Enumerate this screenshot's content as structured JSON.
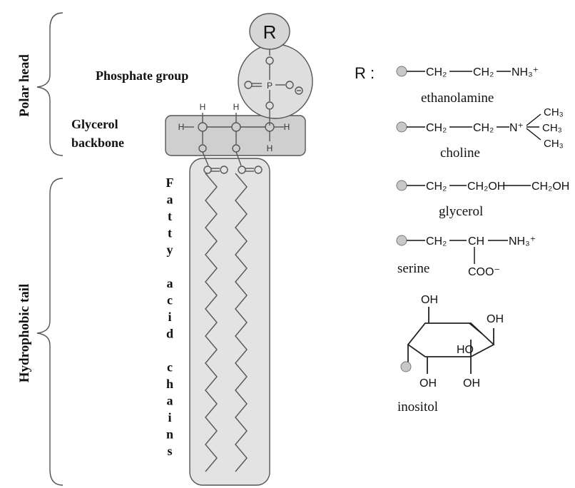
{
  "labels": {
    "polar_head": "Polar head",
    "hydrophobic_tail": "Hydrophobic tail",
    "phosphate_group": "Phosphate group",
    "glycerol_line1": "Glycerol",
    "glycerol_line2": "backbone",
    "fatty_acid_letters": [
      "F",
      "a",
      "t",
      "t",
      "y",
      "",
      "a",
      "c",
      "i",
      "d",
      "",
      "c",
      "h",
      "a",
      "i",
      "n",
      "s"
    ]
  },
  "molecule": {
    "r_symbol": "R",
    "oxygen": "O",
    "phosphorus": "P",
    "hydrogen": "H",
    "carbon": "C",
    "double_bond": "=",
    "minus_sign": "−"
  },
  "r_groups": {
    "heading": "R :",
    "ethanolamine": {
      "ch2a": "CH₂",
      "ch2b": "CH₂",
      "end": "NH₃⁺",
      "name": "ethanolamine"
    },
    "choline": {
      "ch2a": "CH₂",
      "ch2b": "CH₂",
      "n": "N⁺",
      "me1": "CH₃",
      "me2": "CH₃",
      "me3": "CH₃",
      "name": "choline"
    },
    "glycerol": {
      "ch2": "CH₂",
      "choh": "CH₂OH",
      "ch2oh": "CH₂OH",
      "name": "glycerol"
    },
    "serine": {
      "ch2": "CH₂",
      "ch": "CH",
      "nh3": "NH₃⁺",
      "coo": "COO⁻",
      "name": "serine"
    },
    "inositol": {
      "oh_top": "OH",
      "oh_right": "OH",
      "oh_mid": "HO",
      "oh_bl": "OH",
      "oh_br": "OH",
      "name": "inositol"
    }
  }
}
